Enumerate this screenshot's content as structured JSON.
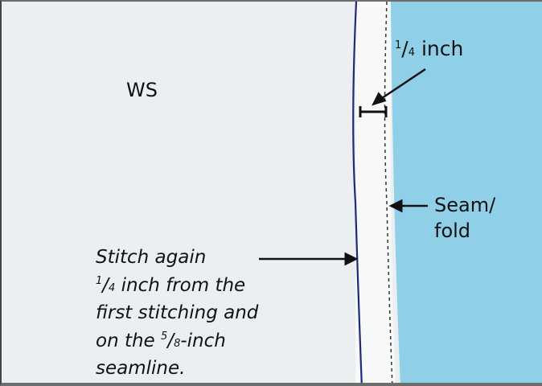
{
  "figure": {
    "colors": {
      "fabric_ws": "#eceff1",
      "fabric_rs": "#8fd0e8",
      "stitch_line": "#1e2a7a",
      "arrow": "#111111"
    },
    "labels": {
      "wrong_side": "WS",
      "quarter_inch": {
        "numerator": "1",
        "denominator": "4",
        "text": " inch"
      },
      "seam_fold": [
        "Seam/",
        "fold"
      ],
      "instruction": {
        "line1": "Stitch again",
        "line2_num": "1",
        "line2_den": "4",
        "line2_text": " inch from the",
        "line3": "first stitching and",
        "line4_pre": "on the ",
        "line4_num": "5",
        "line4_den": "8",
        "line4_post": "-inch",
        "line5": "seamline."
      }
    }
  }
}
